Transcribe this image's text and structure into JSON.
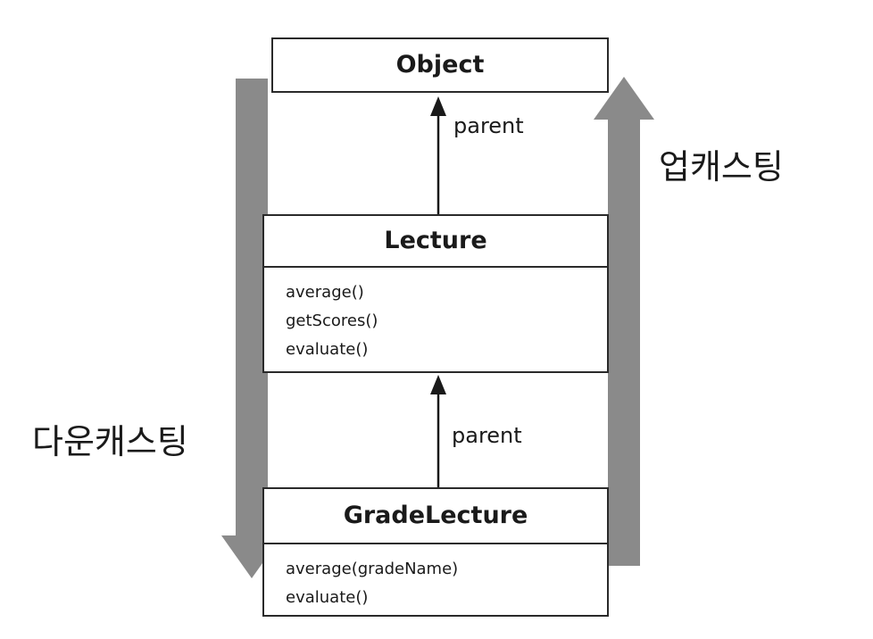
{
  "diagram": {
    "classes": [
      {
        "id": "object",
        "name": "Object",
        "methods": []
      },
      {
        "id": "lecture",
        "name": "Lecture",
        "methods": [
          "average()",
          "getScores()",
          "evaluate()"
        ]
      },
      {
        "id": "grade",
        "name": "GradeLecture",
        "methods": [
          "average(gradeName)",
          "evaluate()"
        ]
      }
    ],
    "relations": [
      {
        "from": "lecture",
        "to": "object",
        "label": "parent"
      },
      {
        "from": "grade",
        "to": "lecture",
        "label": "parent"
      }
    ],
    "upcasting_label": "업캐스팅",
    "downcasting_label": "다운캐스팅"
  },
  "colors": {
    "cast_arrow": "#8a8a8a",
    "box_border": "#2a2a2a",
    "text": "#1a1a1a"
  }
}
